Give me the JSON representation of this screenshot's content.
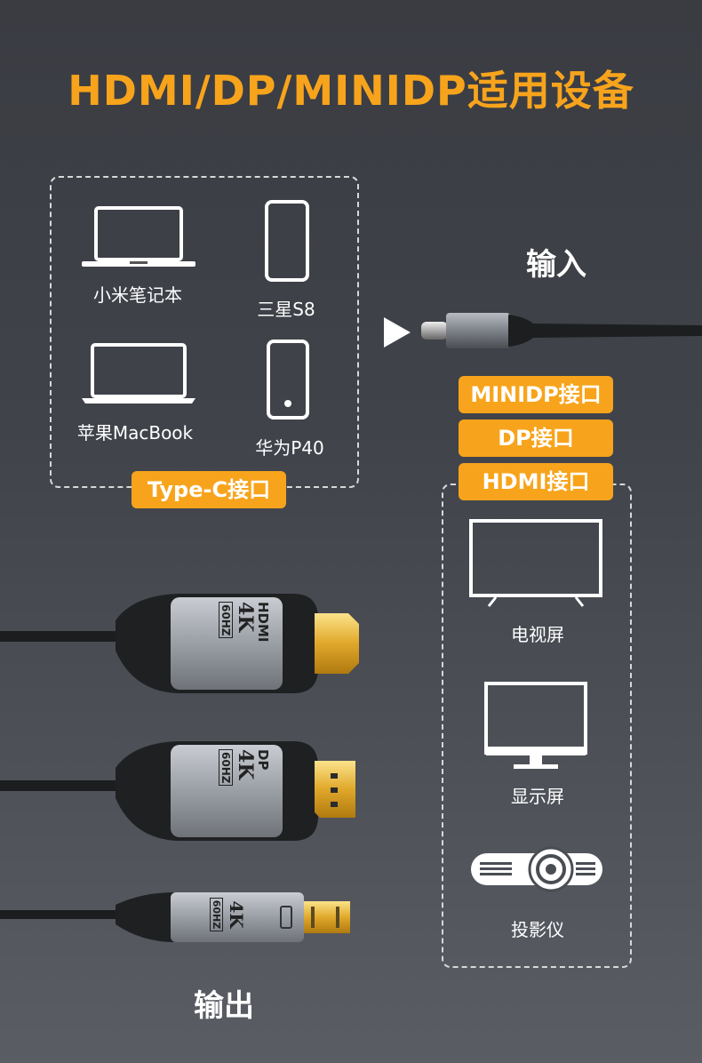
{
  "title": "HDMI/DP/MINIDP适用设备",
  "input_devices": {
    "items": [
      {
        "label": "小米笔记本",
        "icon": "laptop-icon"
      },
      {
        "label": "三星S8",
        "icon": "phone-icon"
      },
      {
        "label": "苹果MacBook",
        "icon": "laptop-icon"
      },
      {
        "label": "华为P40",
        "icon": "phone-icon"
      }
    ],
    "port_tag": "Type-C接口"
  },
  "input_label": "输入",
  "output_port_tags": [
    "MINIDP接口",
    "DP接口",
    "HDMI接口"
  ],
  "output_devices": {
    "items": [
      {
        "label": "电视屏",
        "icon": "tv-icon"
      },
      {
        "label": "显示屏",
        "icon": "monitor-icon"
      },
      {
        "label": "投影仪",
        "icon": "projector-icon"
      }
    ]
  },
  "connectors": [
    {
      "name": "HDMI",
      "spec": "4K",
      "rate": "60HZ"
    },
    {
      "name": "DP",
      "spec": "4K",
      "rate": "60HZ"
    },
    {
      "spec": "4K",
      "rate": "60HZ"
    }
  ],
  "output_label": "输出",
  "colors": {
    "accent": "#f7a41c",
    "background": "#3f4249"
  }
}
